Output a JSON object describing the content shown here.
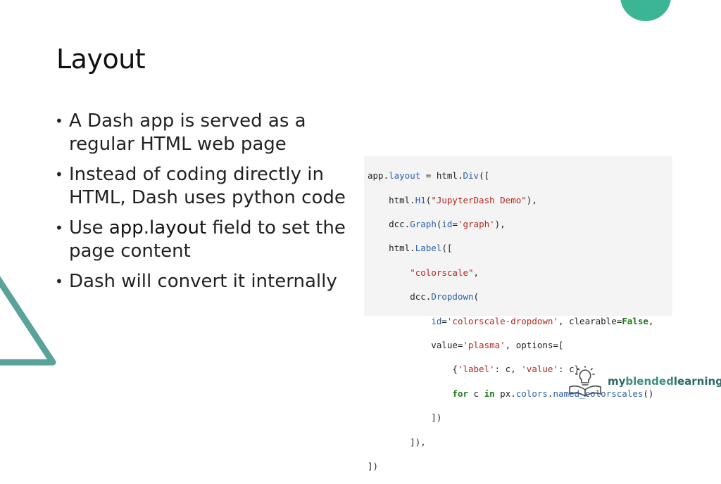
{
  "slide": {
    "title": "Layout",
    "bullets": [
      {
        "text": "A Dash app is served as a regular HTML web page"
      },
      {
        "text": "Instead of coding directly in HTML, Dash uses python code"
      },
      {
        "prefix": "Use ",
        "code": "app.layout",
        "suffix": " field to set the page content"
      },
      {
        "text": "Dash will convert it internally"
      }
    ]
  },
  "code_lines": [
    [
      "app.",
      "layout",
      " = html.",
      "Div",
      "(["
    ],
    [
      "    html.",
      "H1",
      "(",
      "\"JupyterDash Demo\"",
      "),"
    ],
    [
      "    dcc.",
      "Graph",
      "(",
      "id",
      "=",
      "'graph'",
      "),"
    ],
    [
      "    html.",
      "Label",
      "(["
    ],
    [
      "        ",
      "\"colorscale\"",
      ","
    ],
    [
      "        dcc.",
      "Dropdown",
      "("
    ],
    [
      "            ",
      "id",
      "=",
      "'colorscale-dropdown'",
      ", clearable=",
      "False",
      ","
    ],
    [
      "            value=",
      "'plasma'",
      ", options=["
    ],
    [
      "                {",
      "'label'",
      ": c, ",
      "'value'",
      ": c}"
    ],
    [
      "                ",
      "for",
      " c ",
      "in",
      " px.",
      "colors",
      ".",
      "named_colorscales",
      "()"
    ],
    [
      "            ])"
    ],
    [
      "        ]),"
    ],
    [
      "])"
    ]
  ],
  "logo": {
    "my": "my",
    "blended": "blended",
    "learning": "learning"
  },
  "colors": {
    "accent": "#3cb594",
    "triangle": "#5aa39a",
    "code_bg": "#f4f4f4"
  }
}
